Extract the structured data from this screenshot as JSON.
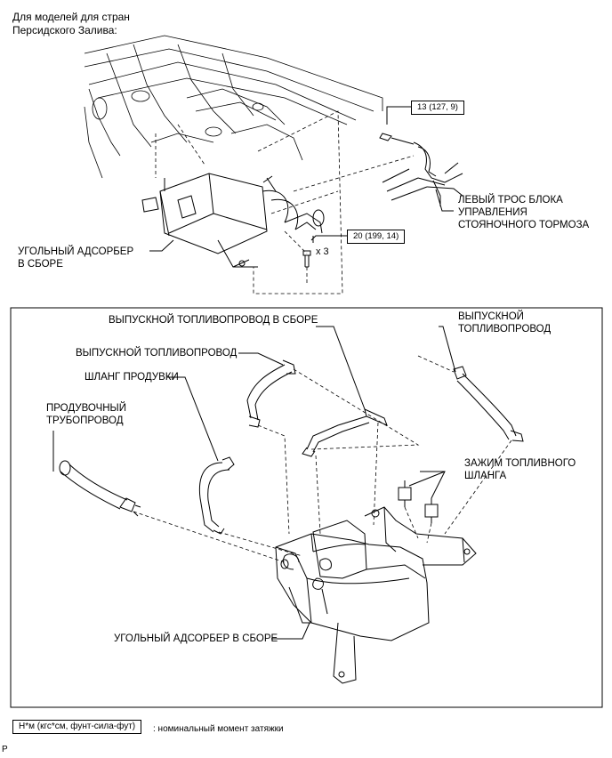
{
  "header": {
    "title": "Для моделей для стран\nПерсидского Залива:"
  },
  "upper": {
    "torque_top": "13 (127, 9)",
    "torque_mid": "20 (199, 14)",
    "qty": "x 3",
    "cable_label": "ЛЕВЫЙ ТРОС БЛОКА\nУПРАВЛЕНИЯ\nСТОЯНОЧНОГО ТОРМОЗА",
    "canister_label": "УГОЛЬНЫЙ АДСОРБЕР\nВ СБОРЕ"
  },
  "lower": {
    "outlet_assy": "ВЫПУСКНОЙ ТОПЛИВОПРОВОД В СБОРЕ",
    "outlet_right": "ВЫПУСКНОЙ\nТОПЛИВОПРОВОД",
    "outlet_pipe": "ВЫПУСКНОЙ ТОПЛИВОПРОВОД",
    "purge_hose": "ШЛАНГ ПРОДУВКИ",
    "purge_pipe": "ПРОДУВОЧНЫЙ\nТРУБОПРОВОД",
    "clamp": "ЗАЖИМ ТОПЛИВНОГО\nШЛАНГА",
    "canister": "УГОЛЬНЫЙ АДСОРБЕР В СБОРЕ"
  },
  "legend": {
    "box": "Н*м (кгс*см, фунт-сила-фут)",
    "desc": ": номинальный момент затяжки"
  },
  "footer": {
    "code": "P"
  }
}
